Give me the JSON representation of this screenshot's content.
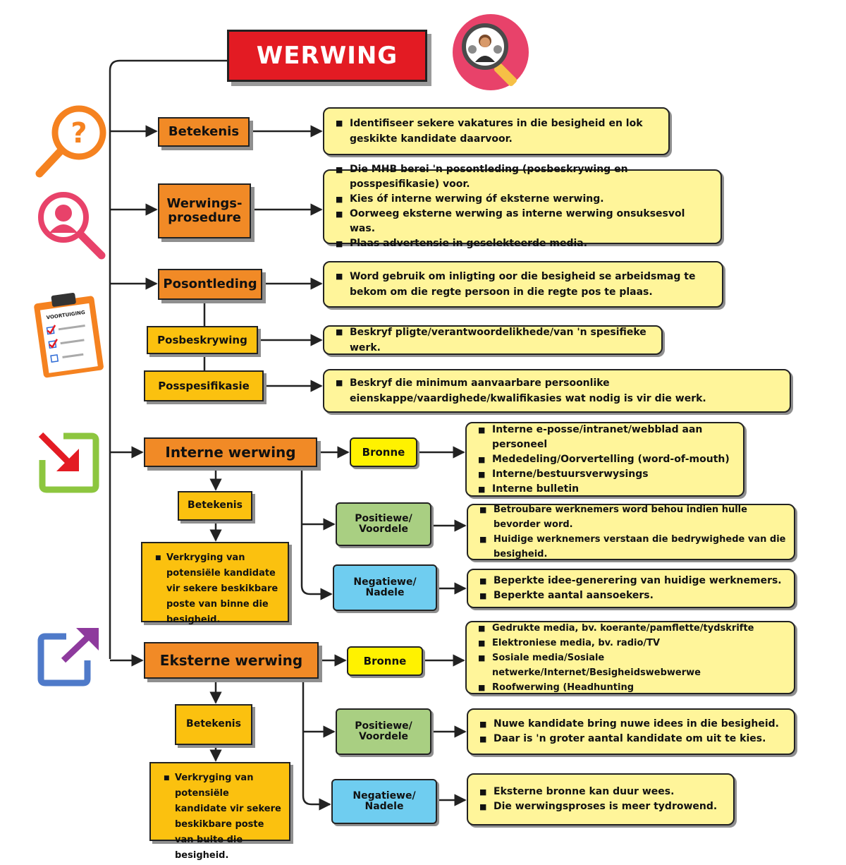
{
  "title": "WERWING",
  "sections": {
    "betekenis": {
      "label": "Betekenis",
      "points": [
        "Identifiseer sekere vakatures in die besigheid en lok geskikte kandidate daarvoor."
      ]
    },
    "procedure": {
      "label": "Werwings-prosedure",
      "points": [
        "Die MHB berei 'n posontleding (posbeskrywing en posspesifikasie) voor.",
        "Kies óf interne werwing óf eksterne werwing.",
        "Oorweeg eksterne werwing as interne werwing onsuksesvol was.",
        "Plaas advertensie in geselekteerde media."
      ]
    },
    "posontleding": {
      "label": "Posontleding",
      "points": [
        "Word gebruik om inligting oor die besigheid se arbeidsmag te bekom om die regte persoon in die regte pos te plaas."
      ]
    },
    "posbeskrywing": {
      "label": "Posbeskrywing",
      "points": [
        "Beskryf pligte/verantwoordelikhede/van 'n spesifieke werk."
      ]
    },
    "posspesifikasie": {
      "label": "Posspesifikasie",
      "points": [
        "Beskryf die minimum aanvaarbare persoonlike eienskappe/vaardighede/kwalifikasies wat nodig is vir die werk."
      ]
    },
    "interne": {
      "label": "Interne werwing",
      "betekenis_label": "Betekenis",
      "betekenis_text": "Verkryging van potensiële kandidate vir sekere beskikbare poste van binne die besigheid.",
      "bronne_label": "Bronne",
      "bronne": [
        "Interne e-posse/intranet/webblad aan personeel",
        "Mededeling/Oorvertelling (word-of-mouth)",
        "Interne/bestuursverwysings",
        "Interne bulletin"
      ],
      "positief_label": "Positiewe/ Voordele",
      "positief": [
        "Betroubare werknemers word behou indien hulle bevorder word.",
        "Huidige werknemers verstaan die bedrywighede van die besigheid."
      ],
      "negatief_label": "Negatiewe/ Nadele",
      "negatief": [
        "Beperkte idee-generering van huidige werknemers.",
        "Beperkte aantal aansoekers."
      ]
    },
    "eksterne": {
      "label": "Eksterne werwing",
      "betekenis_label": "Betekenis",
      "betekenis_text": "Verkryging van potensiële kandidate vir sekere beskikbare poste van buite die besigheid.",
      "bronne_label": "Bronne",
      "bronne": [
        "Gedrukte media, bv. koerante/pamflette/tydskrifte",
        "Elektroniese media, bv. radio/TV",
        "Sosiale media/Sosiale netwerke/Internet/Besigheidswebwerwe",
        "Roofwerwing (Headhunting"
      ],
      "positief_label": "Positiewe/ Voordele",
      "positief": [
        "Nuwe kandidate bring nuwe idees in die besigheid.",
        "Daar is 'n groter aantal kandidate om uit te kies."
      ],
      "negatief_label": "Negatiewe/ Nadele",
      "negatief": [
        "Eksterne bronne kan duur wees.",
        "Die werwingsproses is meer tydrowend."
      ]
    }
  },
  "icons": {
    "title": "recruitment-magnifier-icon",
    "betekenis": "question-magnifier-icon",
    "procedure": "person-search-icon",
    "posontleding": "clipboard-checklist-icon",
    "clipboard_text": "VOORTUIGING",
    "interne": "arrow-in-icon",
    "eksterne": "arrow-out-icon"
  },
  "colors": {
    "title_red": "#e31b23",
    "orange": "#f18a26",
    "gold": "#fbc10f",
    "yellow": "#fff200",
    "pale_yellow": "#fff59a",
    "green": "#a9cf82",
    "blue": "#6fcdf0"
  }
}
